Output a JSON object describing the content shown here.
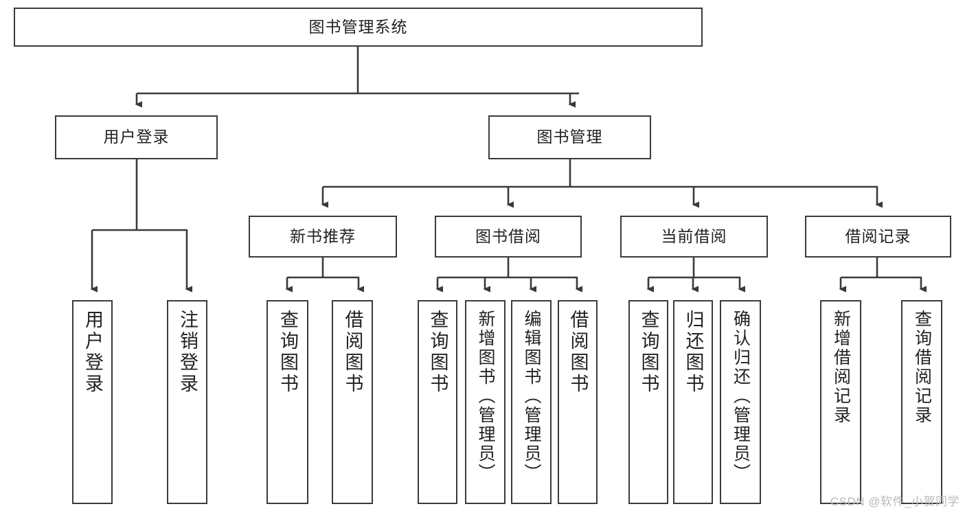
{
  "diagram": {
    "type": "tree",
    "title": "图书管理系统",
    "watermark": "CSDN @软件_小贺同学",
    "colors": {
      "box_border": "#3a3a3a",
      "box_fill": "#ffffff",
      "connector": "#3a3a3a",
      "text": "#222222",
      "watermark": "#b9b9b9"
    },
    "levels": [
      {
        "level": 1,
        "nodes": [
          {
            "id": "root",
            "label": "图书管理系统",
            "orientation": "horizontal"
          }
        ]
      },
      {
        "level": 2,
        "nodes": [
          {
            "id": "user-login",
            "label": "用户登录",
            "orientation": "horizontal",
            "parent": "root"
          },
          {
            "id": "book-mgmt",
            "label": "图书管理",
            "orientation": "horizontal",
            "parent": "root"
          }
        ]
      },
      {
        "level": 3,
        "nodes": [
          {
            "id": "new-book-rec",
            "label": "新书推荐",
            "orientation": "horizontal",
            "parent": "book-mgmt"
          },
          {
            "id": "book-borrow",
            "label": "图书借阅",
            "orientation": "horizontal",
            "parent": "book-mgmt"
          },
          {
            "id": "current-borrow",
            "label": "当前借阅",
            "orientation": "horizontal",
            "parent": "book-mgmt"
          },
          {
            "id": "borrow-record",
            "label": "借阅记录",
            "orientation": "horizontal",
            "parent": "book-mgmt"
          }
        ]
      },
      {
        "level": 4,
        "nodes": [
          {
            "id": "leaf-user-login",
            "label": "用户登录",
            "orientation": "vertical",
            "parent": "user-login"
          },
          {
            "id": "leaf-user-logout",
            "label": "注销登录",
            "orientation": "vertical",
            "parent": "user-login"
          },
          {
            "id": "leaf-rec-query",
            "label": "查询图书",
            "orientation": "vertical",
            "parent": "new-book-rec"
          },
          {
            "id": "leaf-rec-borrow",
            "label": "借阅图书",
            "orientation": "vertical",
            "parent": "new-book-rec"
          },
          {
            "id": "leaf-borrow-query",
            "label": "查询图书",
            "orientation": "vertical",
            "parent": "book-borrow"
          },
          {
            "id": "leaf-borrow-add",
            "label": "新增图书（管理员）",
            "orientation": "vertical",
            "parent": "book-borrow"
          },
          {
            "id": "leaf-borrow-edit",
            "label": "编辑图书（管理员）",
            "orientation": "vertical",
            "parent": "book-borrow"
          },
          {
            "id": "leaf-borrow-do",
            "label": "借阅图书",
            "orientation": "vertical",
            "parent": "book-borrow"
          },
          {
            "id": "leaf-cur-query",
            "label": "查询图书",
            "orientation": "vertical",
            "parent": "current-borrow"
          },
          {
            "id": "leaf-cur-return",
            "label": "归还图书",
            "orientation": "vertical",
            "parent": "current-borrow"
          },
          {
            "id": "leaf-cur-confirm",
            "label": "确认归还（管理员）",
            "orientation": "vertical",
            "parent": "current-borrow"
          },
          {
            "id": "leaf-rec-add",
            "label": "新增借阅记录",
            "orientation": "vertical",
            "parent": "borrow-record"
          },
          {
            "id": "leaf-rec-search",
            "label": "查询借阅记录",
            "orientation": "vertical",
            "parent": "borrow-record"
          }
        ]
      }
    ]
  }
}
